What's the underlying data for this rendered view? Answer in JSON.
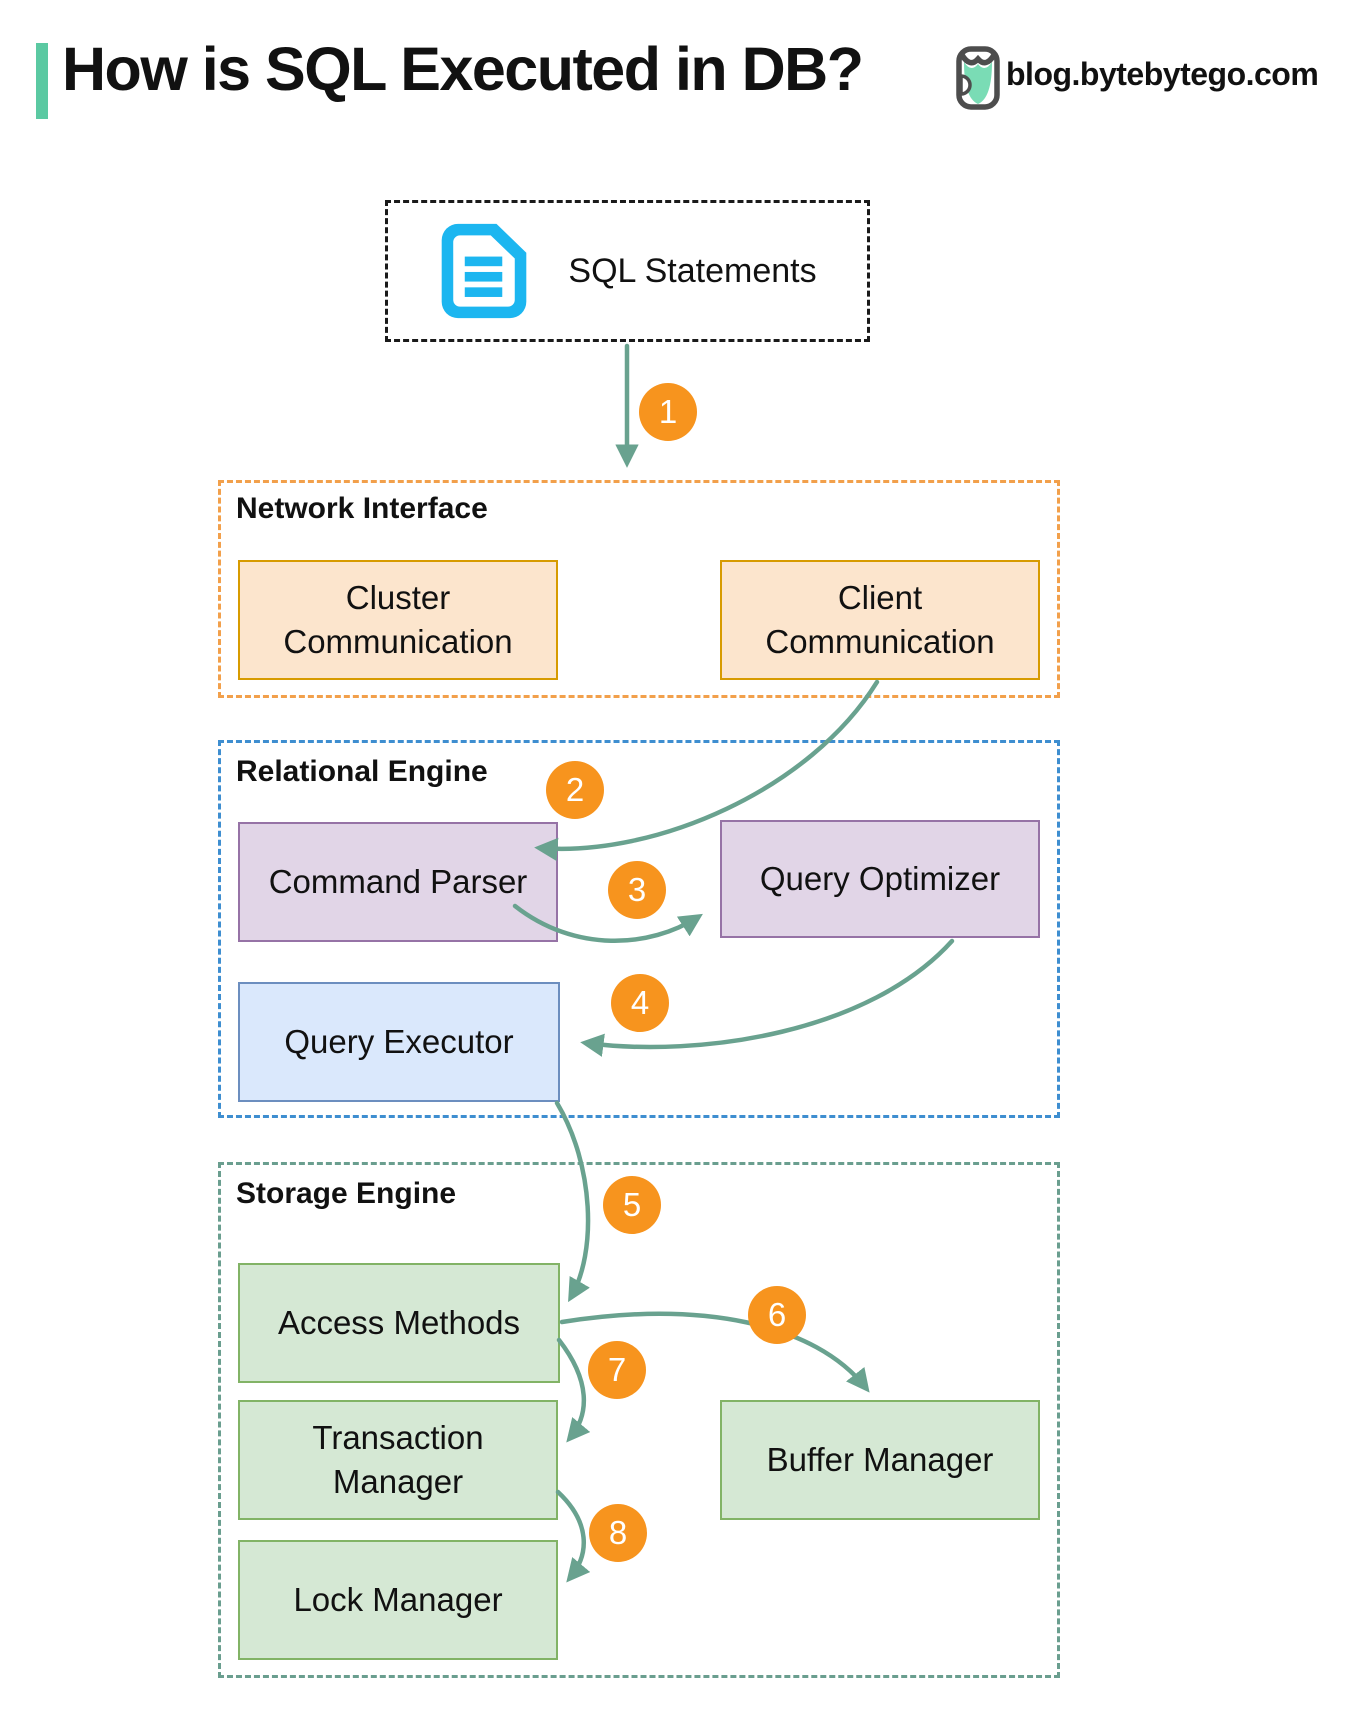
{
  "header": {
    "title": "How is SQL Executed in DB?",
    "site": "blog.bytebytego.com"
  },
  "sql_box": {
    "label": "SQL Statements",
    "icon": "document-icon"
  },
  "sections": {
    "network": {
      "title": "Network Interface",
      "boxes": {
        "cluster": "Cluster Communication",
        "client": "Client Communication"
      }
    },
    "relational": {
      "title": "Relational Engine",
      "boxes": {
        "parser": "Command Parser",
        "optimizer": "Query Optimizer",
        "executor": "Query Executor"
      }
    },
    "storage": {
      "title": "Storage Engine",
      "boxes": {
        "access": "Access Methods",
        "buffer": "Buffer Manager",
        "transaction": "Transaction Manager",
        "lock": "Lock Manager"
      }
    }
  },
  "steps": [
    "1",
    "2",
    "3",
    "4",
    "5",
    "6",
    "7",
    "8"
  ],
  "palette": {
    "accent_green": "#5BC9A2",
    "doc_icon_cyan": "#1CB6F0",
    "arrow_teal": "#69A28F",
    "step_orange": "#F7941E",
    "network_border": "#F2A04B",
    "relational_border": "#3E8ED0",
    "storage_border": "#6A9E8F",
    "orange_box_fill": "#FCE5CD",
    "orange_box_border": "#D79B00",
    "purple_box_fill": "#E1D5E7",
    "purple_box_border": "#9673A6",
    "blue_box_fill": "#DAE8FC",
    "blue_box_border": "#6C8EBF",
    "green_box_fill": "#D5E8D4",
    "green_box_border": "#82B366"
  }
}
